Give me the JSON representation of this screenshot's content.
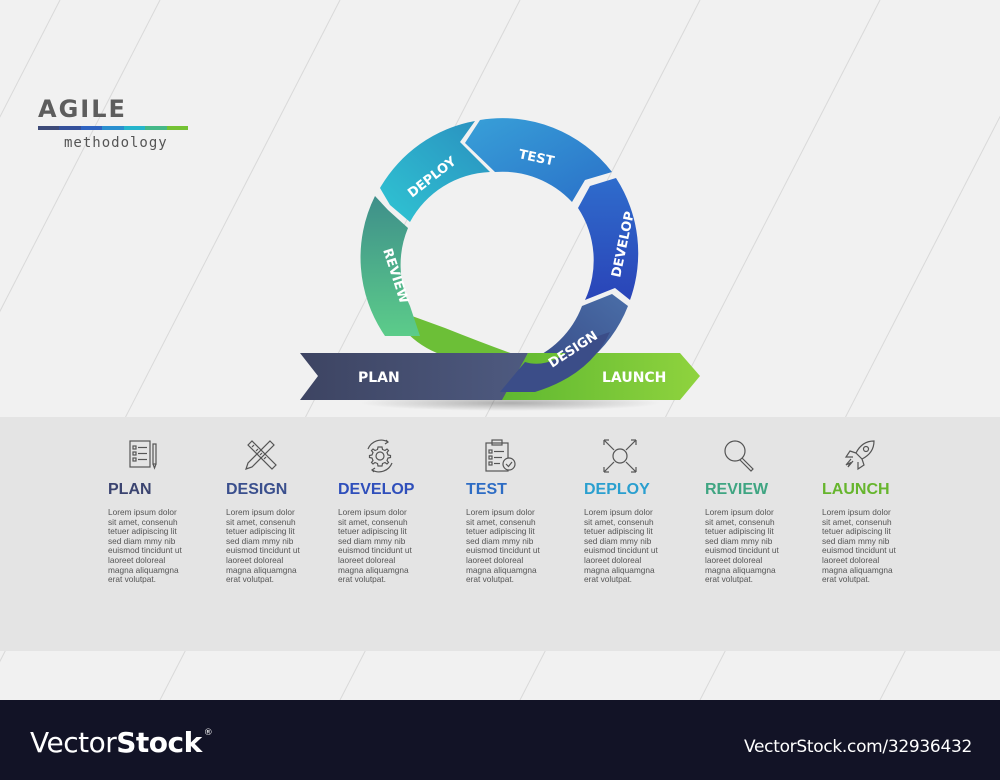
{
  "brand": {
    "title": "AGILE",
    "subtitle": "methodology",
    "bar_colors": [
      "#3d4a78",
      "#34509b",
      "#2e63c1",
      "#2a8fcf",
      "#25b5cc",
      "#45b888",
      "#74c234"
    ]
  },
  "cycle": {
    "segments": [
      {
        "label": "DEPLOY",
        "color": "#2bb7cf"
      },
      {
        "label": "TEST",
        "color": "#2f86cf"
      },
      {
        "label": "DEVELOP",
        "color": "#2f55c0"
      },
      {
        "label": "DESIGN",
        "color": "#3d5391"
      },
      {
        "label": "REVIEW",
        "color": "#4aad8a"
      }
    ],
    "plan_arrow": {
      "label": "PLAN",
      "color": "#454e6e"
    },
    "launch_arrow": {
      "label": "LAUNCH",
      "color": "#7cc63a"
    }
  },
  "steps": [
    {
      "title": "PLAN",
      "icon": "checklist-icon",
      "color": "#3b4470",
      "text": "Lorem ipsum dolor sit amet, consenuh tetuer adipiscing lit sed diam mmy nib euismod tincidunt ut laoreet doloreal magna aliquamgna erat volutpat."
    },
    {
      "title": "DESIGN",
      "icon": "pencil-ruler-icon",
      "color": "#3a4f8d",
      "text": "Lorem ipsum dolor sit amet, consenuh tetuer adipiscing lit sed diam mmy nib euismod tincidunt ut laoreet doloreal magna aliquamgna erat volutpat."
    },
    {
      "title": "DEVELOP",
      "icon": "gear-cycle-icon",
      "color": "#2f4fbb",
      "text": "Lorem ipsum dolor sit amet, consenuh tetuer adipiscing lit sed diam mmy nib euismod tincidunt ut laoreet doloreal magna aliquamgna erat volutpat."
    },
    {
      "title": "TEST",
      "icon": "clipboard-check-icon",
      "color": "#2d6cc4",
      "text": "Lorem ipsum dolor sit amet, consenuh tetuer adipiscing lit sed diam mmy nib euismod tincidunt ut laoreet doloreal magna aliquamgna erat volutpat."
    },
    {
      "title": "DEPLOY",
      "icon": "expand-arrows-icon",
      "color": "#2a9fcf",
      "text": "Lorem ipsum dolor sit amet, consenuh tetuer adipiscing lit sed diam mmy nib euismod tincidunt ut laoreet doloreal magna aliquamgna erat volutpat."
    },
    {
      "title": "REVIEW",
      "icon": "magnifier-icon",
      "color": "#3fa582",
      "text": "Lorem ipsum dolor sit amet, consenuh tetuer adipiscing lit sed diam mmy nib euismod tincidunt ut laoreet doloreal magna aliquamgna erat volutpat."
    },
    {
      "title": "LAUNCH",
      "icon": "rocket-icon",
      "color": "#66b52d",
      "text": "Lorem ipsum dolor sit amet, consenuh tetuer adipiscing lit sed diam mmy nib euismod tincidunt ut laoreet doloreal magna aliquamgna erat volutpat."
    }
  ],
  "footer": {
    "logo_light": "Vector",
    "logo_bold": "Stock",
    "logo_mark": "®",
    "url": "VectorStock.com/32936432"
  }
}
